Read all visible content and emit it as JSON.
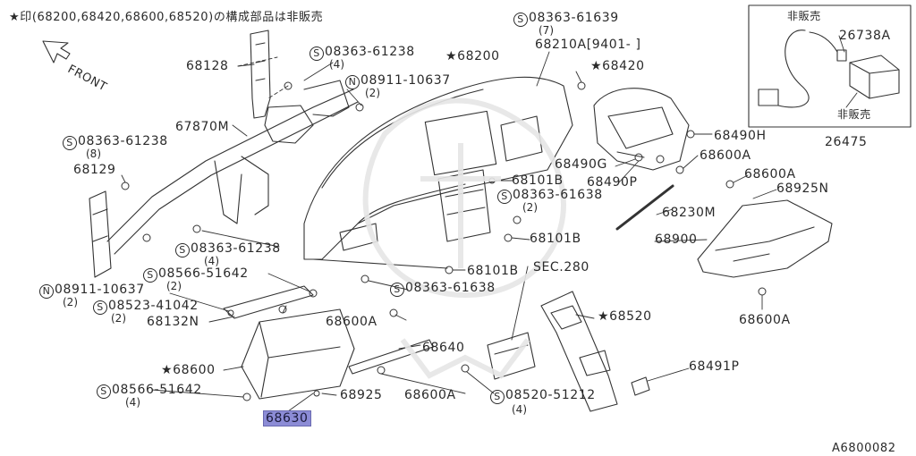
{
  "note": "★印(68200,68420,68600,68520)の構成部品は非販売",
  "front": "FRONT",
  "doc_id": "A6800082",
  "inset": {
    "hanbai1": "非販売",
    "hanbai2": "非販売",
    "p26738A": "26738A",
    "p26475": "26475"
  },
  "labels": {
    "p68128": "68128",
    "s0836361238a": "08363-61238",
    "s0836361238a_q": "(4)",
    "n0891110637a": "08911-10637",
    "n0891110637a_q": "(2)",
    "p68200": "★68200",
    "s0836361639": "08363-61639",
    "s0836361639_q": "(7)",
    "p68210A": "68210A[9401-    ]",
    "p68420": "★68420",
    "p67870M": "67870M",
    "s0836361238b": "08363-61238",
    "s0836361238b_q": "(8)",
    "p68129": "68129",
    "p68490H": "68490H",
    "p68490G": "68490G",
    "p68600A_a": "68600A",
    "p68101B_a": "68101B",
    "p68490P": "68490P",
    "p68600A_b": "68600A",
    "p68925N": "68925N",
    "s0836361638a": "08363-61638",
    "s0836361638a_q": "(2)",
    "p68230M": "68230M",
    "s0836361238c": "08363-61238",
    "s0836361238c_q": "(4)",
    "p68101B_b": "68101B",
    "p68900": "68900",
    "s0856651642a": "08566-51642",
    "s0856651642a_q": "(2)",
    "p68101B_c": "68101B",
    "sec280": "SEC.280",
    "n0891110637b": "08911-10637",
    "n0891110637b_q": "(2)",
    "s0836361638b": "08363-61638",
    "s0852341042": "08523-41042",
    "s0852341042_q": "(2)",
    "p68132N": "68132N",
    "p68600A_c": "68600A",
    "p68520": "★68520",
    "p68600A_d": "68600A",
    "p68640": "68640",
    "p68600": "★68600",
    "p68491P": "68491P",
    "s0856651642b": "08566-51642",
    "s0856651642b_q": "(4)",
    "p68925": "68925",
    "p68600A_e": "68600A",
    "s0852051212": "08520-51212",
    "s0852051212_q": "(4)",
    "p68630": "68630"
  },
  "circle_s": "S",
  "circle_n": "N"
}
